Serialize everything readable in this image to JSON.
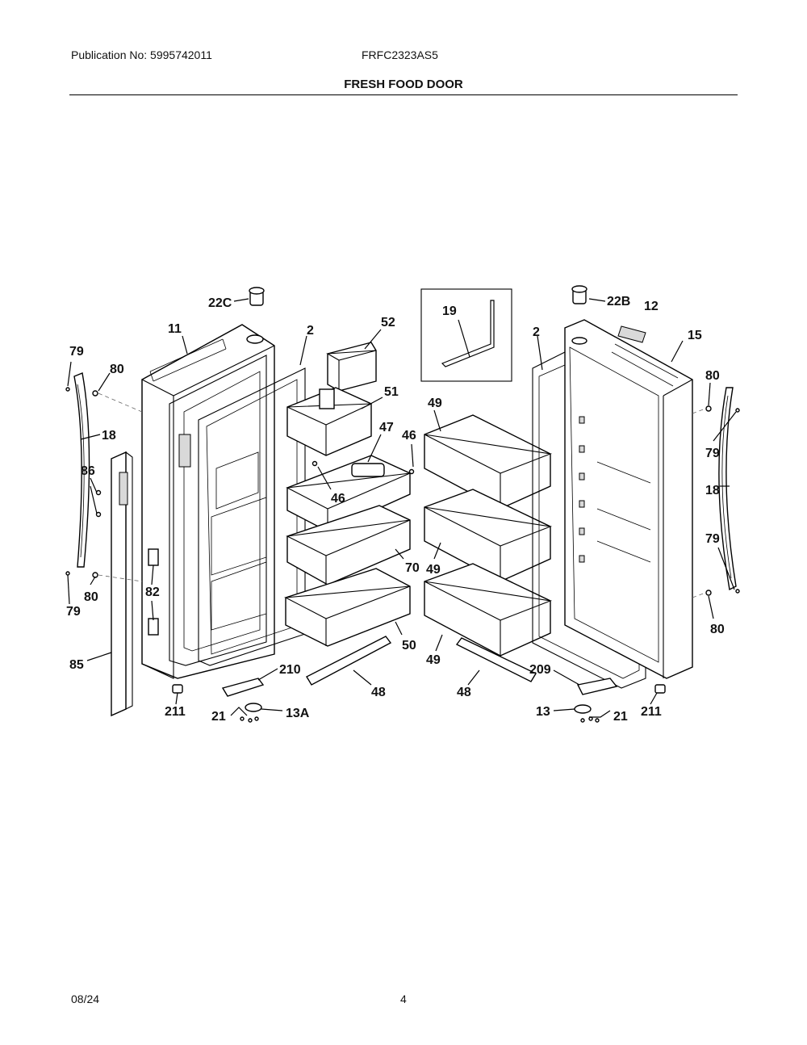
{
  "header": {
    "publication": "Publication No: 5995742011",
    "model": "FRFC2323AS5",
    "title": "FRESH FOOD DOOR"
  },
  "footer": {
    "date": "08/24",
    "page": "4"
  },
  "callouts": {
    "c22c": "22C",
    "c11": "11",
    "c2_left": "2",
    "c52": "52",
    "c19": "19",
    "c22b": "22B",
    "c12": "12",
    "c2_right": "2",
    "c15": "15",
    "c79_tl": "79",
    "c80_tl": "80",
    "c51": "51",
    "c49_a": "49",
    "c80_tr": "80",
    "c18_left": "18",
    "c47": "47",
    "c46_a": "46",
    "c79_tr": "79",
    "c86": "86",
    "c46_b": "46",
    "c18_right": "18",
    "c79_mr": "79",
    "c70": "70",
    "c49_b": "49",
    "c82": "82",
    "c80_bl": "80",
    "c79_bl": "79",
    "c80_br": "80",
    "c50": "50",
    "c85": "85",
    "c49_c": "49",
    "c210": "210",
    "c209": "209",
    "c48_left": "48",
    "c48_right": "48",
    "c211_left": "211",
    "c13a": "13A",
    "c21_left": "21",
    "c13": "13",
    "c21_right": "21",
    "c211_right": "211"
  }
}
